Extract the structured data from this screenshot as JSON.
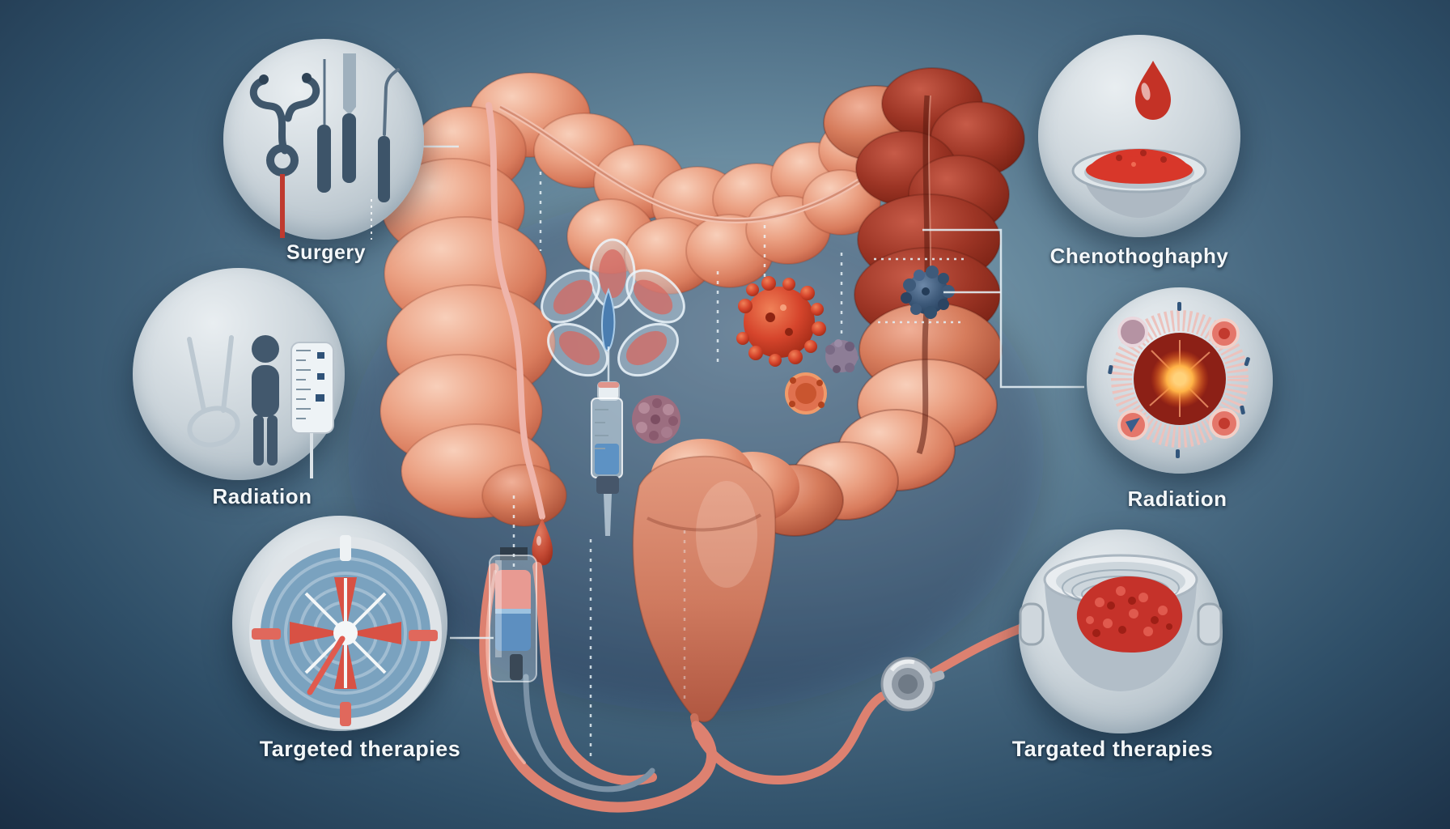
{
  "scene": {
    "description": "Digital medical illustration of the human large intestine with colorectal cancer cells, an injection syringe, IV drip chamber and stethoscope, surrounded by six circular treatment callouts",
    "subject": "colorectal-cancer-treatments"
  },
  "callouts": [
    {
      "id": "surgery",
      "side": "left",
      "label": "Surgery",
      "icon": "surgical-instruments-icon"
    },
    {
      "id": "radiation-left",
      "side": "left",
      "label": "Radiation",
      "icon": "forceps-patient-iv-gauge-icon"
    },
    {
      "id": "targeted-left",
      "side": "left",
      "label": "Targeted therapies",
      "icon": "dartboard-target-icon"
    },
    {
      "id": "chemotherapy",
      "side": "right",
      "label": "Chenothoghaphy",
      "icon": "bowl-of-red-powder-droplet-icon"
    },
    {
      "id": "radiation-right",
      "side": "right",
      "label": "Radiation",
      "icon": "radiation-target-glow-icon"
    },
    {
      "id": "targeted-right",
      "side": "right",
      "label": "Targated therapies",
      "icon": "pot-of-red-beads-icon"
    }
  ],
  "anatomy": {
    "organ": "large intestine (colon) with rectum and cecum",
    "tumor": "blue-grey tumor nodule on descending colon",
    "cells": [
      "large red spiky cancer cell",
      "small purple spiky cell",
      "orange ring cell",
      "mauve cell cluster"
    ]
  },
  "colors": {
    "background_center": "#8aa9ba",
    "background_edge": "#1a2e44",
    "colon_salmon": "#e59a7f",
    "colon_dark_red": "#8e2c1d",
    "accent_red": "#cf3a2b",
    "tumor_blue": "#3c5878",
    "circle_fill": "#ccd5db",
    "label_text": "#f3f7f9",
    "tube_salmon": "#dd8170",
    "syringe_blue": "#5d92c4"
  }
}
